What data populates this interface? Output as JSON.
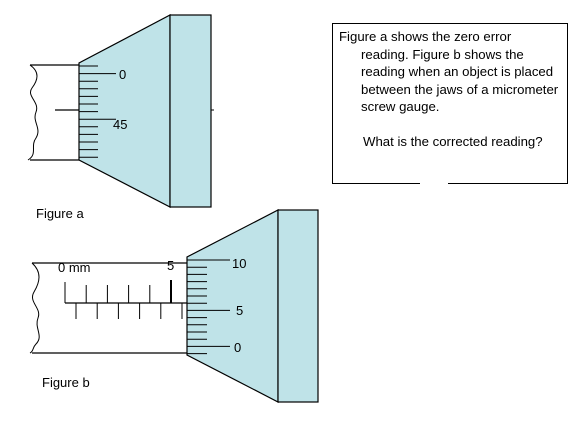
{
  "figure_a": {
    "label": "Figure a",
    "thimble_marks": [
      "0",
      "45"
    ]
  },
  "figure_b": {
    "label": "Figure b",
    "sleeve_marks": [
      "0 mm",
      "5"
    ],
    "thimble_marks": [
      "10",
      "5",
      "0"
    ]
  },
  "question": {
    "paragraph": "Figure a shows the zero error reading. Figure b shows the reading when an object is placed between the jaws of a micrometer screw gauge.",
    "prompt": "What is the corrected reading?"
  },
  "colors": {
    "thimble_fill": "#bfe3e8",
    "line": "#000000"
  }
}
